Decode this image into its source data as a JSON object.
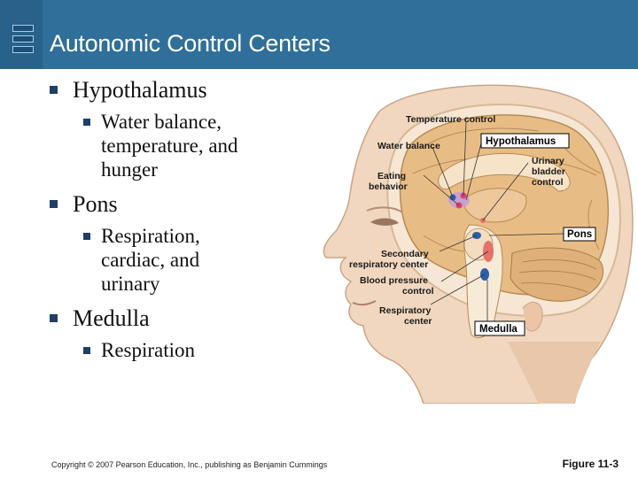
{
  "slide": {
    "title": "Autonomic Control Centers"
  },
  "bullets": [
    {
      "label": "Hypothalamus",
      "sub": [
        "Water balance,",
        "temperature, and",
        "hunger"
      ]
    },
    {
      "label": "Pons",
      "sub": [
        "Respiration,",
        "cardiac, and",
        "urinary"
      ]
    },
    {
      "label": "Medulla",
      "sub": [
        "Respiration"
      ]
    }
  ],
  "figure": {
    "labels": {
      "temperature_control": "Temperature control",
      "water_balance": "Water balance",
      "eating_1": "Eating",
      "eating_2": "behavior",
      "hypothalamus": "Hypothalamus",
      "urinary_1": "Urinary",
      "urinary_2": "bladder",
      "urinary_3": "control",
      "pons": "Pons",
      "secondary_1": "Secondary",
      "secondary_2": "respiratory center",
      "bp_1": "Blood pressure",
      "bp_2": "control",
      "resp_1": "Respiratory",
      "resp_2": "center",
      "medulla": "Medulla"
    },
    "colors": {
      "skin": "#f1d7bf",
      "brain": "#e8bd85",
      "highlight_blue": "#2b5fa8",
      "highlight_red": "#e6706a"
    }
  },
  "footer": {
    "copyright": "Copyright © 2007 Pearson Education, Inc., publishing as Benjamin Cummings",
    "figure_ref": "Figure 11-3"
  }
}
